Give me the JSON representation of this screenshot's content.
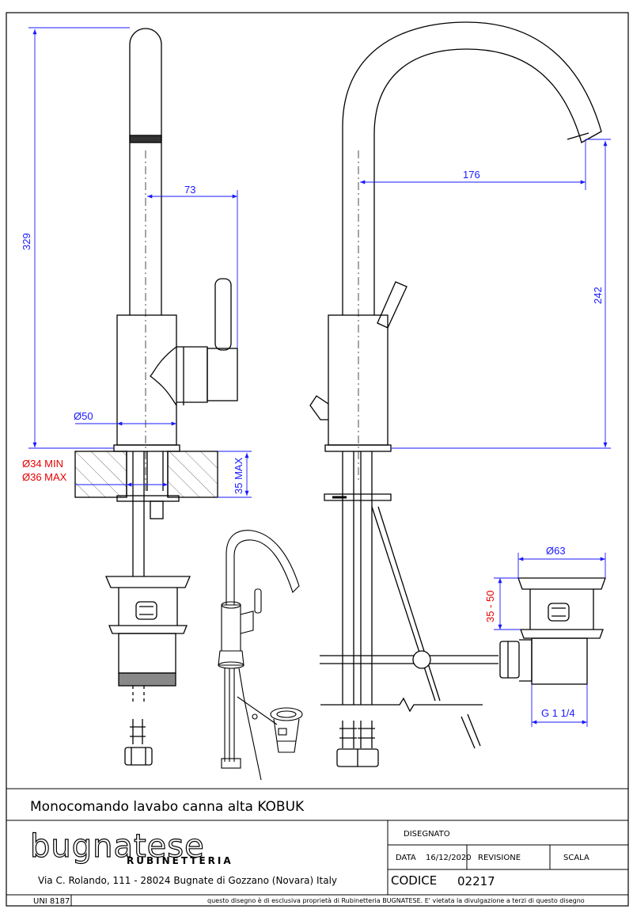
{
  "dimensions": {
    "front_height": "329",
    "front_spout_offset": "73",
    "front_base_diameter": "Ø50",
    "hole_min": "Ø34 MIN",
    "hole_max": "Ø36 MAX",
    "deck_thickness": "35 MAX",
    "side_reach": "176",
    "side_height": "242",
    "waste_diameter": "Ø63",
    "waste_height": "35 - 50",
    "waste_thread": "G 1 1/4"
  },
  "title_block": {
    "product_title": "Monocomando lavabo canna alta KOBUK",
    "brand_name": "bugnatese",
    "brand_sub": "RUBINETTERIA",
    "address": "Via C. Rolando, 111 - 28024 Bugnate di Gozzano (Novara) Italy",
    "drawn_label": "DISEGNATO",
    "date_label": "DATA",
    "date_value": "16/12/2020",
    "revision_label": "REVISIONE",
    "scale_label": "SCALA",
    "code_label": "CODICE",
    "code_value": "02217",
    "standard": "UNI 8187",
    "disclaimer": "questo disegno è di esclusiva proprietà di Rubinetteria BUGNATESE. E' vietata la divulgazione a terzi di questo disegno"
  },
  "colors": {
    "dimension_blue": "#1a1aff",
    "dimension_red": "#e60000",
    "line": "#000000"
  }
}
